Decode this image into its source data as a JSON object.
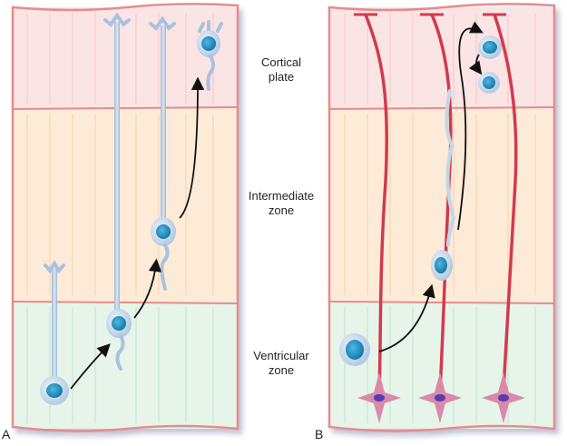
{
  "figure": {
    "panels": [
      {
        "id": "A",
        "letter": "A"
      },
      {
        "id": "B",
        "letter": "B"
      }
    ],
    "zones": [
      {
        "id": "cortical",
        "label_line1": "Cortical",
        "label_line2": "plate",
        "color": "#fbe4e4",
        "line_color": "#f2b4b4"
      },
      {
        "id": "intermediate",
        "label_line1": "Intermediate",
        "label_line2": "zone",
        "color": "#fdebd8",
        "line_color": "#f4c08e"
      },
      {
        "id": "ventricular",
        "label_line1": "Ventricular",
        "label_line2": "zone",
        "color": "#e6f4ea",
        "line_color": "#a9d8b6"
      }
    ],
    "colors": {
      "border": "#e58c8c",
      "glia_fiber": "#d23a4e",
      "glia_body": "#d98aa8",
      "cell_body": "#cfe3f3",
      "nucleus": "#1b8fc0",
      "arrow": "#111111"
    }
  }
}
